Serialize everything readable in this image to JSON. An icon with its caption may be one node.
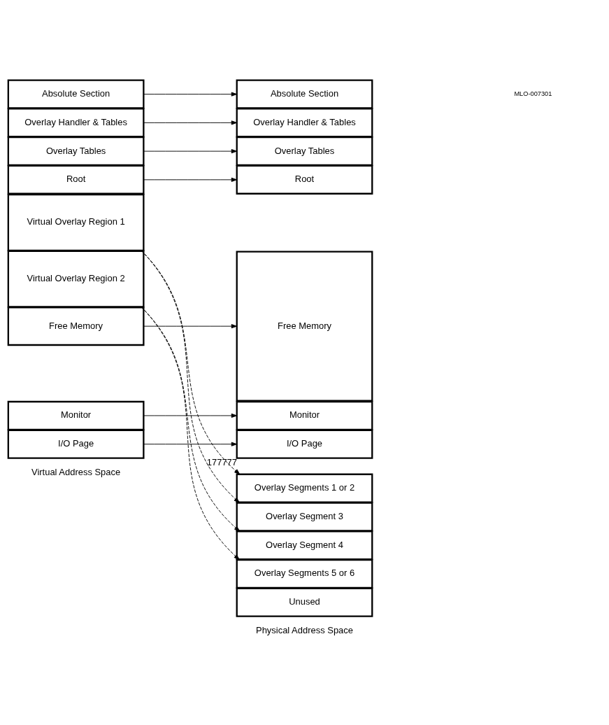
{
  "diagram": {
    "nodes": [
      {
        "text": [
          "I/O Page"
        ]
      },
      {
        "text": [
          "Monitor"
        ]
      },
      {
        "text": [
          "Free Memory"
        ]
      },
      {
        "text": [
          "Virtual Overlay Region 2"
        ]
      },
      {
        "text": [
          "Virtual Overlay Region 1"
        ]
      },
      {
        "text": [
          "Root"
        ]
      },
      {
        "text": [
          "Overlay Tables"
        ]
      },
      {
        "text": [
          "Overlay Handler & Tables"
        ]
      },
      {
        "text": [
          "Absolute Section"
        ]
      },
      {
        "text": [
          "Unused"
        ]
      },
      {
        "text": [
          "Overlay Segments 5 or 6"
        ]
      },
      {
        "text": [
          "Overlay Segment 4"
        ]
      },
      {
        "text": [
          "Overlay Segment 3"
        ]
      },
      {
        "text": [
          "Overlay Segments 1 or 2"
        ]
      },
      {
        "text": [
          "I/O Page"
        ],
        "beside": [
          "177777"
        ]
      },
      {
        "text": [
          "Monitor"
        ]
      },
      {
        "text": [
          "Free Memory"
        ]
      },
      {
        "text": [
          "Root"
        ]
      },
      {
        "text": [
          "Overlay Tables"
        ]
      },
      {
        "text": [
          "Overlay Handler & Tables"
        ]
      },
      {
        "text": [
          "Absolute Section"
        ]
      }
    ],
    "edges": [
      {
        "from": 0,
        "to": 14,
        "arrow": "to"
      },
      {
        "from": 1,
        "to": 15,
        "arrow": "to"
      },
      {
        "from": 2,
        "to": 16,
        "arrow": "to"
      },
      {
        "from": 3,
        "to": 10,
        "arrow": "to",
        "style": "dashed"
      },
      {
        "from": 3,
        "to": 11,
        "arrow": "to",
        "style": "dashed"
      },
      {
        "from": 4,
        "to": 12,
        "arrow": "to",
        "style": "dashed"
      },
      {
        "from": 4,
        "to": 13,
        "arrow": "to",
        "style": "dashed"
      },
      {
        "from": 5,
        "to": 17,
        "arrow": "to"
      },
      {
        "from": 6,
        "to": 18,
        "arrow": "to"
      },
      {
        "from": 7,
        "to": 19,
        "arrow": "to"
      },
      {
        "from": 8,
        "to": 20,
        "arrow": "to"
      }
    ],
    "labels": [
      "Physical Address Space",
      "Virtual Address Space",
      "MLO-007301"
    ]
  }
}
